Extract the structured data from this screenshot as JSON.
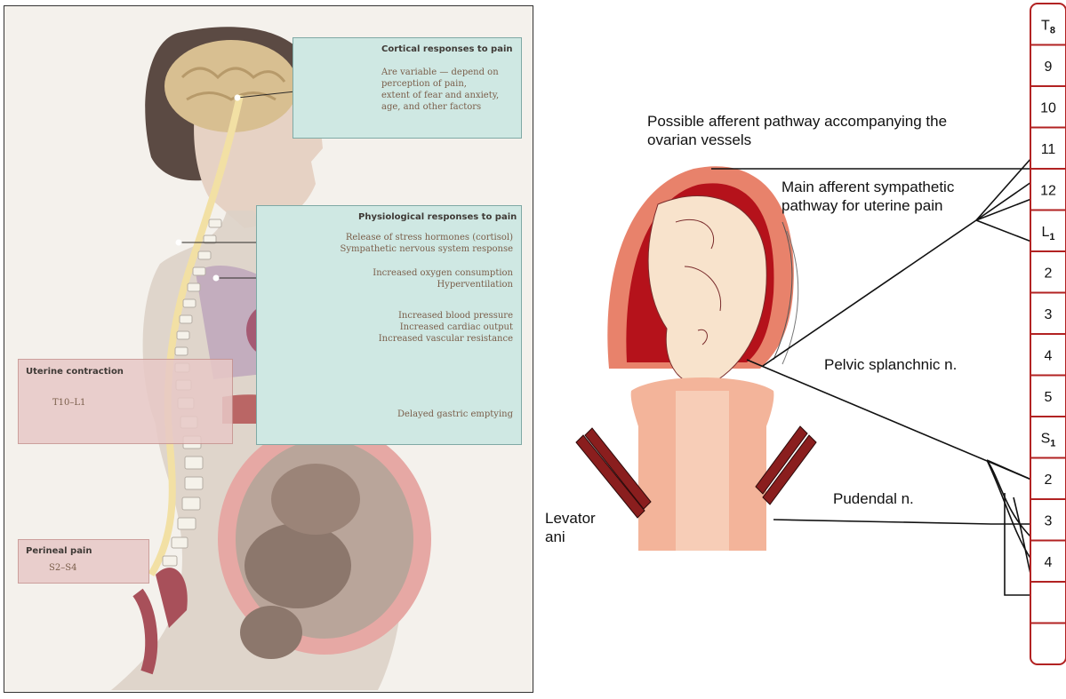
{
  "left": {
    "cortical": {
      "title": "Cortical responses to pain",
      "lines": [
        "Are variable — depend on",
        "perception of pain,",
        "extent of fear and anxiety,",
        "age, and other factors"
      ]
    },
    "physiological": {
      "title": "Physiological responses to pain",
      "groups": [
        [
          "Release of stress hormones (cortisol)",
          "Sympathetic nervous system response"
        ],
        [
          "Increased oxygen consumption",
          "Hyperventilation"
        ],
        [
          "Increased blood pressure",
          "Increased cardiac output",
          "Increased vascular resistance"
        ],
        [
          "Delayed gastric emptying"
        ]
      ]
    },
    "uterine": {
      "title": "Uterine contraction",
      "range": "T10–L1"
    },
    "perineal": {
      "title": "Perineal pain",
      "range": "S2–S4"
    }
  },
  "right": {
    "labels": {
      "afferent_line1": "Possible afferent pathway accompanying the",
      "afferent_line2": "ovarian vessels",
      "sympathetic_line1": "Main afferent sympathetic",
      "sympathetic_line2": "pathway for uterine pain",
      "pelvic": "Pelvic splanchnic n.",
      "pudendal": "Pudendal n.",
      "levator_line1": "Levator",
      "levator_line2": "ani"
    },
    "segments": [
      {
        "main": "T",
        "sub": "8"
      },
      {
        "main": "9",
        "sub": ""
      },
      {
        "main": "10",
        "sub": ""
      },
      {
        "main": "11",
        "sub": ""
      },
      {
        "main": "12",
        "sub": ""
      },
      {
        "main": "L",
        "sub": "1"
      },
      {
        "main": "2",
        "sub": ""
      },
      {
        "main": "3",
        "sub": ""
      },
      {
        "main": "4",
        "sub": ""
      },
      {
        "main": "5",
        "sub": ""
      },
      {
        "main": "S",
        "sub": "1"
      },
      {
        "main": "2",
        "sub": ""
      },
      {
        "main": "3",
        "sub": ""
      },
      {
        "main": "4",
        "sub": ""
      },
      {
        "main": "",
        "sub": ""
      },
      {
        "main": "",
        "sub": ""
      }
    ],
    "colors": {
      "segment_border": "#b22222",
      "uterus_dark": "#b5121b",
      "uterus_light": "#e8826b",
      "fetus": "#f8e3cc"
    }
  }
}
